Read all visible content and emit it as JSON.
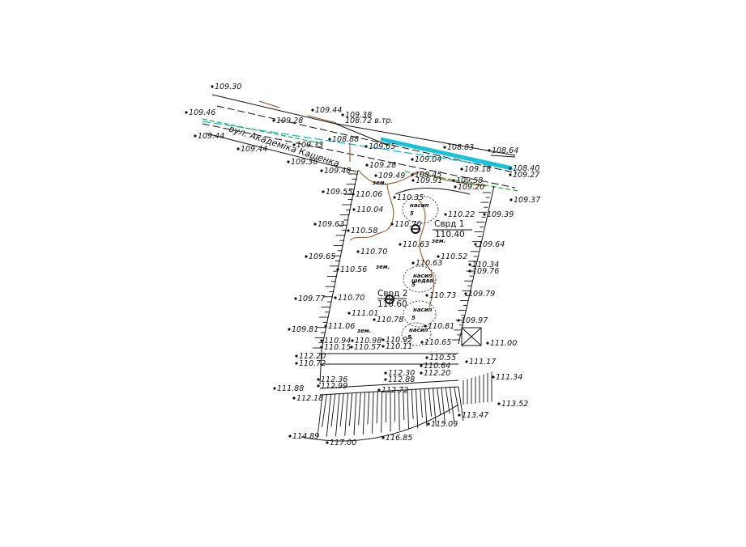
{
  "street_label": "вул. Академіка Кашенка",
  "water_pipe_label": "108.72 в.тр.",
  "soil_label": "зем.",
  "boreholes": [
    {
      "name": "Сврд 1",
      "elevation": "110.40"
    },
    {
      "name": "Сврд 2",
      "elevation": "110.60"
    }
  ],
  "tree_labels": [
    "насип",
    "насип",
    "насип",
    "насип"
  ],
  "tree_sublabels": [
    "5",
    "5",
    "шедва",
    "5",
    "5"
  ],
  "elevations": [
    "109.30",
    "109.46",
    "109.44",
    "109.44",
    "109.44",
    "109.28",
    "109.38",
    "109.33",
    "109.38",
    "108.88",
    "109.05",
    "108.83",
    "108.64",
    "109.04",
    "109.18",
    "108.40",
    "109.27",
    "109.37",
    "109.28",
    "109.48",
    "109.49",
    "108.45",
    "109.91",
    "109.58",
    "109.20",
    "109.55",
    "110.06",
    "110.35",
    "110.22",
    "109.39",
    "110.04",
    "110.70",
    "109.63",
    "110.58",
    "110.63",
    "109.64",
    "110.70",
    "109.65",
    "110.56",
    "110.63",
    "110.52",
    "110.34",
    "109.76",
    "109.79",
    "109.77",
    "110.70",
    "110.73",
    "111.01",
    "110.78",
    "109.97",
    "109.81",
    "111.06",
    "110.81",
    "111.00",
    "110.94",
    "110.98",
    "110.92",
    "110.65",
    "110.15",
    "110.57",
    "110.11",
    "110.55",
    "112.20",
    "110.72",
    "110.64",
    "111.17",
    "112.20",
    "112.30",
    "112.36",
    "112.88",
    "111.34",
    "112.99",
    "111.88",
    "112.18",
    "112.72",
    "113.52",
    "113.47",
    "115.09",
    "114.89",
    "116.85",
    "117.00"
  ]
}
